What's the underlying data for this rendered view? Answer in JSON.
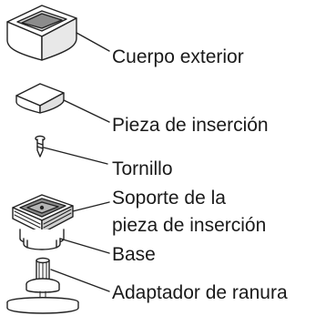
{
  "labels": {
    "outer_body": "Cuerpo exterior",
    "insert_piece": "Pieza de inserción",
    "screw": "Tornillo",
    "insert_holder_line1": "Soporte de la",
    "insert_holder_line2": "pieza de inserción",
    "base": "Base",
    "slot_adapter": "Adaptador de ranura"
  }
}
